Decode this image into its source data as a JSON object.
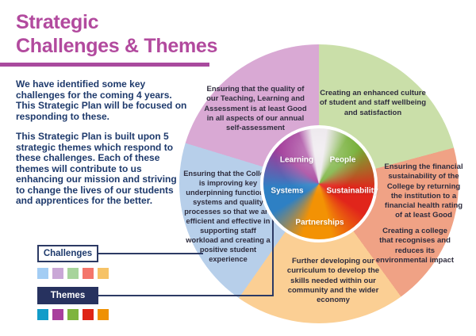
{
  "header": {
    "title_line1": "Strategic",
    "title_line2": "Challenges & Themes",
    "title_color": "#b24a9e"
  },
  "intro": {
    "challenges_paragraph": "We have identified some key challenges for the coming 4 years. This Strategic Plan will be focused on responding to these.",
    "themes_paragraph": "This Strategic Plan is built upon 5 strategic themes which respond to these challenges. Each of these themes will contribute to us enhancing our mission and striving to change the lives of our students and apprentices for the better.",
    "text_color": "#1e3a6c"
  },
  "legend": {
    "challenges_label": "Challenges",
    "themes_label": "Themes",
    "challenge_colors": [
      "#a3cdf4",
      "#c9a7d6",
      "#a7d49c",
      "#f4756b",
      "#f6c367"
    ],
    "theme_colors": [
      "#129cc9",
      "#a83f9d",
      "#7eb43e",
      "#df2516",
      "#ef9102"
    ],
    "connector_color": "#2c3a64"
  },
  "wheel": {
    "segments": [
      {
        "name": "teaching-quality",
        "color": "#d9a9d4",
        "texts": [
          "Ensuring that the quality of our Teaching, Learning and Assessment is at least Good in all aspects of our annual self-assessment"
        ]
      },
      {
        "name": "wellbeing",
        "color": "#cadfa9",
        "texts": [
          "Creating an enhanced culture of student and staff wellbeing and satisfaction"
        ]
      },
      {
        "name": "financial-environment",
        "color": "#f0a285",
        "texts": [
          "Ensuring the financial sustainability of the College by returning the institution to a financial health rating of at least Good",
          "Creating a college that recognises and reduces its environmental impact"
        ]
      },
      {
        "name": "curriculum",
        "color": "#fbcf94",
        "texts": [
          "Further developing our curriculum to develop the skills needed within our community and the wider economy"
        ]
      },
      {
        "name": "efficiency",
        "color": "#b7cfea",
        "texts": [
          "Ensuring that the College is improving key underpinning functions, systems and quality processes so that we are efficient and effective in supporting staff workload and creating a positive student experience"
        ]
      }
    ],
    "themes": [
      {
        "label": "Learning",
        "color": "#a13a98"
      },
      {
        "label": "People",
        "color": "#72ad33"
      },
      {
        "label": "Systems",
        "color": "#2e80c4"
      },
      {
        "label": "Sustainability",
        "color": "#e1251b"
      },
      {
        "label": "Partnerships",
        "color": "#f39204"
      }
    ]
  }
}
